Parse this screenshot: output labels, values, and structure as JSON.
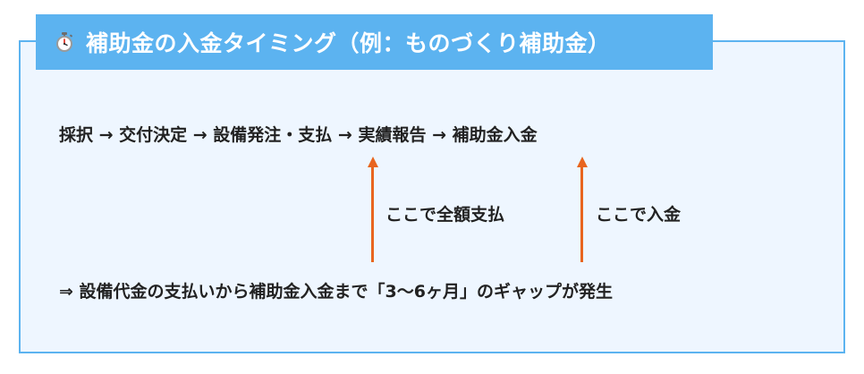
{
  "header": {
    "icon": "stopwatch-icon",
    "title": "補助金の入金タイミング（例：ものづくり補助金）"
  },
  "flow": {
    "text": "採択 → 交付決定 → 設備発注・支払 → 実績報告 → 補助金入金"
  },
  "annotations": [
    {
      "label": "ここで全額支払"
    },
    {
      "label": "ここで入金"
    }
  ],
  "conclusion": {
    "text": "⇒ 設備代金の支払いから補助金入金まで「3〜6ヶ月」のギャップが発生"
  },
  "colors": {
    "accent": "#5cb3f0",
    "panel_bg": "#eef6ff",
    "arrow": "#e8651f",
    "text": "#222222"
  }
}
